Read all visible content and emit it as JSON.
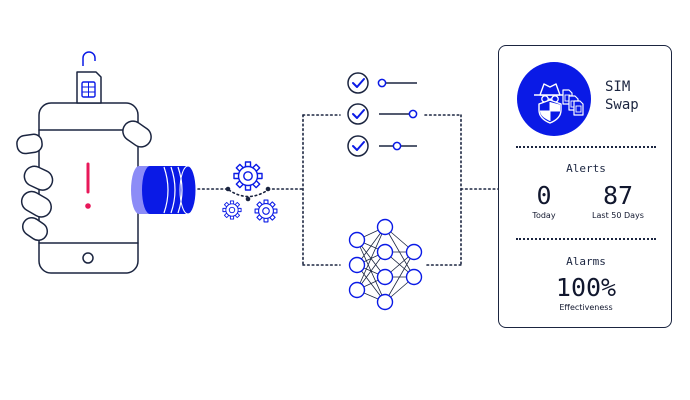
{
  "colors": {
    "accent_blue": "#0a1ae6",
    "light_blue": "#8c8cf7",
    "line": "#1b2540",
    "alert_red": "#e8185a"
  },
  "icons": [
    "unlocked-padlock-icon",
    "sim-card-icon",
    "smartphone-icon",
    "hand-icon",
    "exclamation-icon",
    "coin-stack-icon",
    "gear-icon",
    "check-circle-icon",
    "neural-network-icon",
    "spy-icon"
  ],
  "card": {
    "title": "SIM\nSwap",
    "alerts": {
      "label": "Alerts",
      "today_value": "0",
      "today_label": "Today",
      "last50_value": "87",
      "last50_label": "Last 50 Days"
    },
    "alarms": {
      "label": "Alarms",
      "value": "100%",
      "sublabel": "Effectiveness"
    }
  }
}
